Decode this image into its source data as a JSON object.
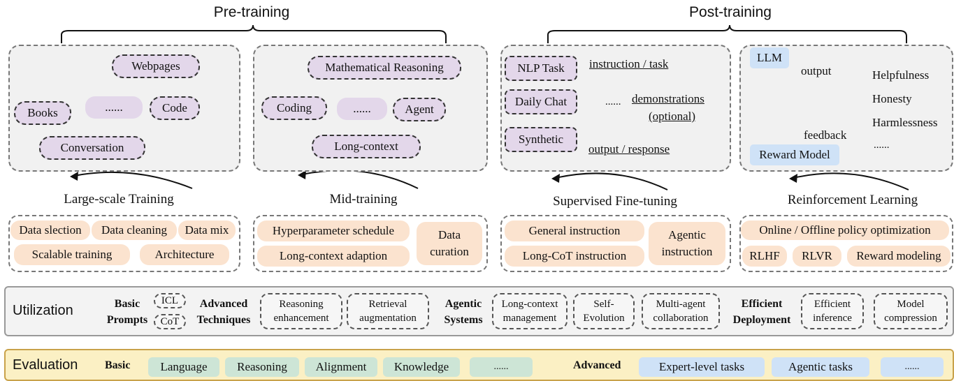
{
  "headers": {
    "pre": "Pre-training",
    "post": "Post-training"
  },
  "pretrain": {
    "panel1": {
      "webpages": "Webpages",
      "books": "Books",
      "ellipsis": "......",
      "code": "Code",
      "conversation": "Conversation"
    },
    "panel2": {
      "math": "Mathematical Reasoning",
      "coding": "Coding",
      "ellipsis": "......",
      "agent": "Agent",
      "longctx": "Long-context"
    },
    "captions": {
      "large": "Large-scale Training",
      "mid": "Mid-training"
    },
    "tags1": {
      "selection": "Data slection",
      "cleaning": "Data cleaning",
      "mix": "Data mix",
      "scalable": "Scalable training",
      "arch": "Architecture"
    },
    "tags2": {
      "hyper": "Hyperparameter schedule",
      "longadapt": "Long-context adaption",
      "curation": "Data curation"
    }
  },
  "posttrain": {
    "sft": {
      "nlp": "NLP Task",
      "daily": "Daily Chat",
      "synthetic": "Synthetic",
      "instruction": "instruction / task",
      "dots": "......",
      "demo1": "demonstrations",
      "demo2": "(optional)",
      "output": "output / response"
    },
    "rl": {
      "llm": "LLM",
      "output": "output",
      "feedback": "feedback",
      "reward": "Reward Model",
      "help": "Helpfulness",
      "honesty": "Honesty",
      "harm": "Harmlessness",
      "dots": "......"
    },
    "captions": {
      "sft": "Supervised Fine-tuning",
      "rl": "Reinforcement Learning"
    },
    "tags3": {
      "general": "General instruction",
      "longcot": "Long-CoT instruction",
      "agentic": "Agentic instruction"
    },
    "tags4": {
      "online": "Online / Offline policy optimization",
      "rlhf": "RLHF",
      "rlvr": "RLVR",
      "rm": "Reward modeling"
    }
  },
  "utilization": {
    "label": "Utilization",
    "basic": "Basic Prompts",
    "icl": "ICL",
    "cot": "CoT",
    "advanced": "Advanced Techniques",
    "reasoning": "Reasoning enhancement",
    "retrieval": "Retrieval augmentation",
    "agentic": "Agentic Systems",
    "longctx": "Long-context management",
    "selfevo": "Self-Evolution",
    "multi": "Multi-agent collaboration",
    "efficient": "Efficient Deployment",
    "inference": "Efficient inference",
    "compression": "Model compression"
  },
  "evaluation": {
    "label": "Evaluation",
    "basic": "Basic",
    "basic_items": [
      "Language",
      "Reasoning",
      "Alignment",
      "Knowledge",
      "......"
    ],
    "advanced": "Advanced",
    "advanced_items": [
      "Expert-level tasks",
      "Agentic tasks",
      "......"
    ]
  }
}
